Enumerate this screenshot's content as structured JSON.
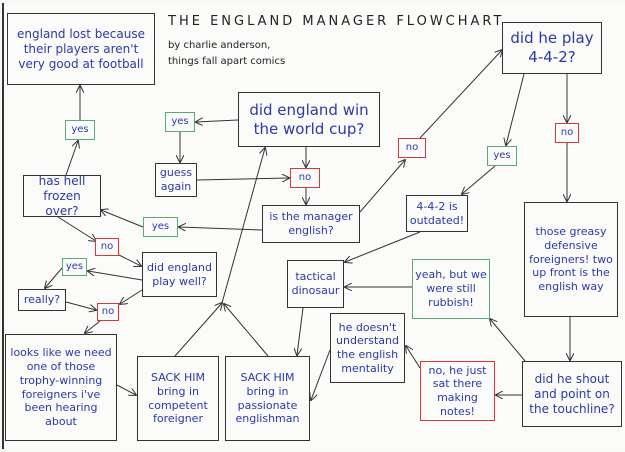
{
  "title": "THE ENGLAND MANAGER FLOWCHART",
  "byline": "by charlie anderson,",
  "publisher": "things fall apart comics",
  "nodes": {
    "lost": "england lost because their players aren't very good at football",
    "win": "did england win the world cup?",
    "guess": "guess again",
    "hell": "has hell frozen over?",
    "english": "is the manager english?",
    "play442": "did he play 4-4-2?",
    "outdated": "4-4-2 is outdated!",
    "greasy": "those greasy defensive foreigners! two up front is the english way",
    "playwell": "did england play well?",
    "really": "really?",
    "tactical": "tactical dinosaur",
    "rubbish": "yeah, but we were still rubbish!",
    "mentality": "he doesn't understand the english mentality",
    "trophy": "looks like we need one of those trophy-winning foreigners i've been hearing about",
    "sack1": "SACK HIM bring in competent foreigner",
    "sack2": "SACK HIM bring in passionate englishman",
    "notes": "no, he just sat there making notes!",
    "shout": "did he shout and point on the touchline?"
  },
  "labels": {
    "yes": "yes",
    "no": "no"
  },
  "colors": {
    "yes": "#5aa97a",
    "no": "#d43a3a",
    "text": "#2a3aa8"
  }
}
